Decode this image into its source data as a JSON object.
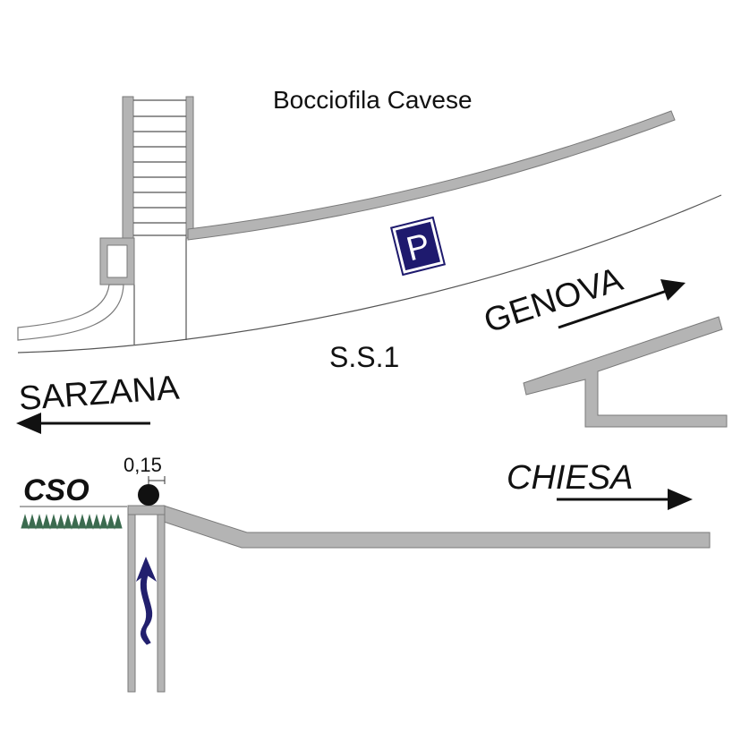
{
  "map": {
    "labels": {
      "bocciofila": "Bocciofila Cavese",
      "road": "S.S.1",
      "genova": "GENOVA",
      "sarzana": "SARZANA",
      "chiesa": "CHIESA",
      "cso": "CSO",
      "measure": "0,15",
      "parking": "P"
    },
    "icons": {
      "parking": "parking-sign-icon",
      "route": "route-arrow-icon",
      "location": "location-dot-icon",
      "hedge": "hedge-icon"
    },
    "colors": {
      "wall_fill": "#b4b4b4",
      "wall_stroke": "#7a7a7a",
      "line": "#555555",
      "parking_bg": "#1e1a6e",
      "route_arrow": "#22206e",
      "hedge": "#3b6b4f",
      "dot": "#111111",
      "text": "#111111"
    }
  }
}
